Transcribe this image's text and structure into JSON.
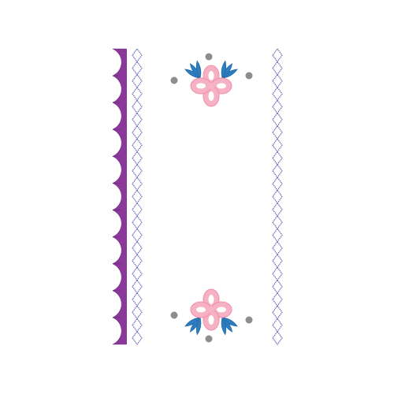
{
  "artwork": {
    "subject": "embroidery-border-frame",
    "colors": {
      "background": "#ffffff",
      "scallop": "#8e3a9d",
      "scallop_dark": "#6f2a80",
      "diamond_chain": "#6f6fbd",
      "petal": "#f7b4c6",
      "petal_edge": "#f08fac",
      "leaf": "#2f80c2",
      "leaf_dark": "#1f66a4",
      "dot": "#8d8d8d"
    },
    "motifs": {
      "scallop_count": 11,
      "left_chain_diamonds": 23,
      "right_chain_diamonds": 23,
      "flower_count": 2,
      "flower_petals": 4,
      "leaves_per_flower": 6,
      "dots_per_flower": 3
    }
  }
}
